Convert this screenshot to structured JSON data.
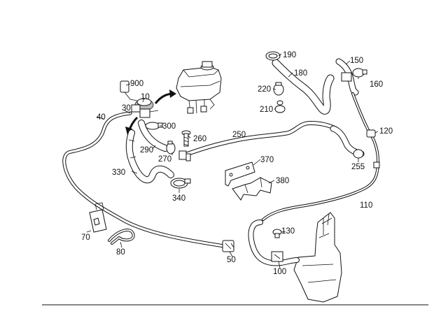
{
  "diagram": {
    "callouts": [
      {
        "id": "p900",
        "text": "900"
      },
      {
        "id": "p10",
        "text": "10"
      },
      {
        "id": "p30",
        "text": "30"
      },
      {
        "id": "p40",
        "text": "40"
      },
      {
        "id": "p300",
        "text": "300"
      },
      {
        "id": "p290",
        "text": "290"
      },
      {
        "id": "p260",
        "text": "260"
      },
      {
        "id": "p270",
        "text": "270"
      },
      {
        "id": "p330",
        "text": "330"
      },
      {
        "id": "p340",
        "text": "340"
      },
      {
        "id": "p250",
        "text": "250"
      },
      {
        "id": "p370",
        "text": "370"
      },
      {
        "id": "p380",
        "text": "380"
      },
      {
        "id": "p190",
        "text": "190"
      },
      {
        "id": "p180",
        "text": "180"
      },
      {
        "id": "p220",
        "text": "220"
      },
      {
        "id": "p210",
        "text": "210"
      },
      {
        "id": "p150",
        "text": "150"
      },
      {
        "id": "p160",
        "text": "160"
      },
      {
        "id": "p120",
        "text": "120"
      },
      {
        "id": "p255",
        "text": "255"
      },
      {
        "id": "p110",
        "text": "110"
      },
      {
        "id": "p130",
        "text": "130"
      },
      {
        "id": "p100",
        "text": "100"
      },
      {
        "id": "p50",
        "text": "50"
      },
      {
        "id": "p70",
        "text": "70"
      },
      {
        "id": "p80",
        "text": "80"
      }
    ]
  }
}
